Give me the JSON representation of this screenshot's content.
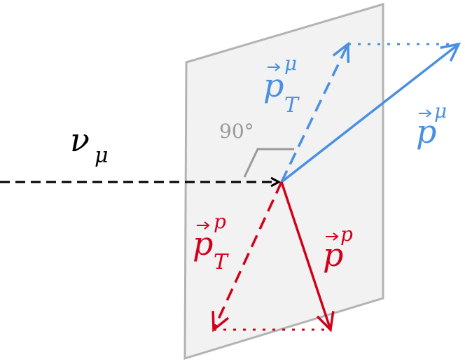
{
  "labels": {
    "neutrino": {
      "symbol": "ν",
      "subscript": "μ"
    },
    "angle": "90°",
    "muon_transverse": {
      "symbol": "p",
      "superscript": "μ",
      "subscript": "T"
    },
    "muon_momentum": {
      "symbol": "p",
      "superscript": "μ"
    },
    "proton_transverse": {
      "symbol": "p",
      "superscript": "p",
      "subscript": "T"
    },
    "proton_momentum": {
      "symbol": "p",
      "superscript": "p"
    }
  },
  "colors": {
    "plane_fill": "#f2f2f2",
    "plane_stroke": "#b3b3b3",
    "neutrino": "#000000",
    "muon": "#4a90e2",
    "proton": "#d0021b",
    "angle_marker": "#999999"
  }
}
